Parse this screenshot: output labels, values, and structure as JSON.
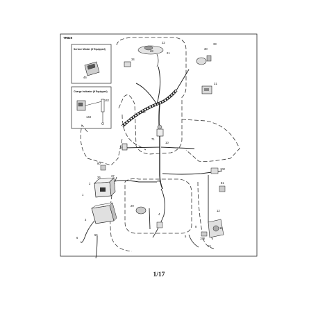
{
  "drawing_code": "TR825",
  "page_number": "1/17",
  "insets": [
    {
      "title": "Service Minder (If Equipped)",
      "part": "46"
    },
    {
      "title": "Charge Indicator (If Equipped)",
      "parts": [
        "142",
        "143"
      ]
    }
  ],
  "callouts": {
    "c22": "22",
    "c28": "28",
    "c21": "21",
    "c34": "34",
    "c30": "30",
    "c33": "33",
    "c32": "32",
    "c31": "31",
    "c18": "18",
    "c71": "71",
    "c10": "10",
    "c37": "37",
    "c2": "2",
    "c26": "26",
    "c15": "15",
    "c80": "80",
    "c29": "29",
    "c4": "4",
    "c102": "102",
    "c81": "81",
    "c1": "1",
    "c3": "3",
    "c6": "6",
    "c55": "55",
    "c12": "12",
    "c5": "5",
    "c8": "8",
    "c150": "150",
    "c11": "11",
    "c16": "16"
  }
}
